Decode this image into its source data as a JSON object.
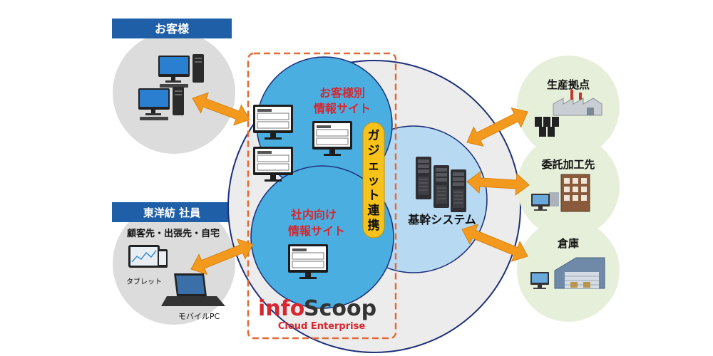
{
  "customer": {
    "header": "お客様"
  },
  "staff": {
    "header": "東洋紡 社員",
    "locations": "顧客先・出張先・自宅",
    "tablet_label": "タブレット",
    "mobile_pc_label": "モバイルPC"
  },
  "customer_site": {
    "line1": "お客様別",
    "line2": "情報サイト"
  },
  "internal_site": {
    "line1": "社内向け",
    "line2": "情報サイト"
  },
  "gadget": {
    "chars": [
      "ガ",
      "ジ",
      "ェ",
      "ッ",
      "ト",
      "連",
      "携"
    ]
  },
  "core_system": {
    "label": "基幹システム"
  },
  "partners": {
    "production": "生産拠点",
    "subcontractor": "委託加工先",
    "warehouse": "倉庫"
  },
  "brand": {
    "logo_info": "info",
    "logo_scoop": "Scoop",
    "tagline": "Cloud Enterprise"
  },
  "colors": {
    "header_blue": "#1f5fa8",
    "site_blue": "#4aaee0",
    "core_blue": "#b7daf2",
    "arrow_orange": "#f39a1e",
    "site_text_red": "#d7262f",
    "gadget_yellow": "#f7c31a",
    "gray_bg": "#dcdcdc",
    "partner_green": "#e6efd9"
  }
}
